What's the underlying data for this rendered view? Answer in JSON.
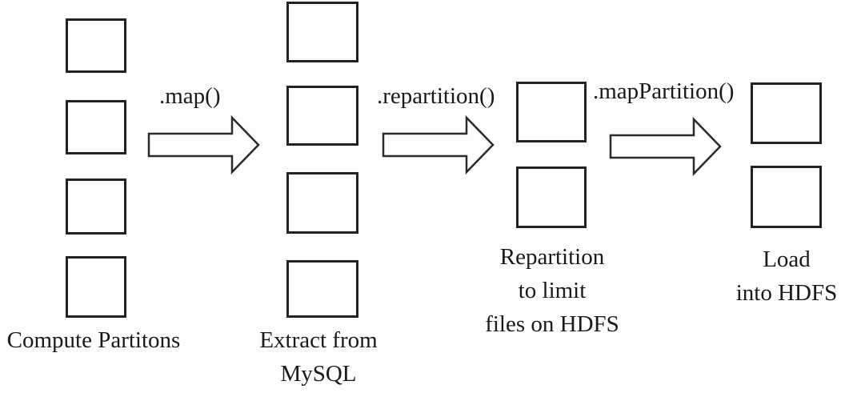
{
  "diagram_type": "flow-diagram",
  "colors": {
    "background": "#fdfdfd",
    "line": "#222222",
    "text": "#1a1a1a"
  },
  "stages": [
    {
      "name": "compute-partitions",
      "box_count": 4,
      "label_lines": [
        "Compute Partitons"
      ]
    },
    {
      "name": "extract-from-mysql",
      "box_count": 4,
      "label_lines": [
        "Extract from",
        "MySQL"
      ]
    },
    {
      "name": "repartition-limit-files",
      "box_count": 2,
      "label_lines": [
        "Repartition",
        "to limit",
        "files on HDFS"
      ]
    },
    {
      "name": "load-into-hdfs",
      "box_count": 2,
      "label_lines": [
        "Load",
        "into HDFS"
      ]
    }
  ],
  "arrows": [
    {
      "label": ".map()"
    },
    {
      "label": ".repartition()"
    },
    {
      "label": ".mapPartition()"
    }
  ]
}
